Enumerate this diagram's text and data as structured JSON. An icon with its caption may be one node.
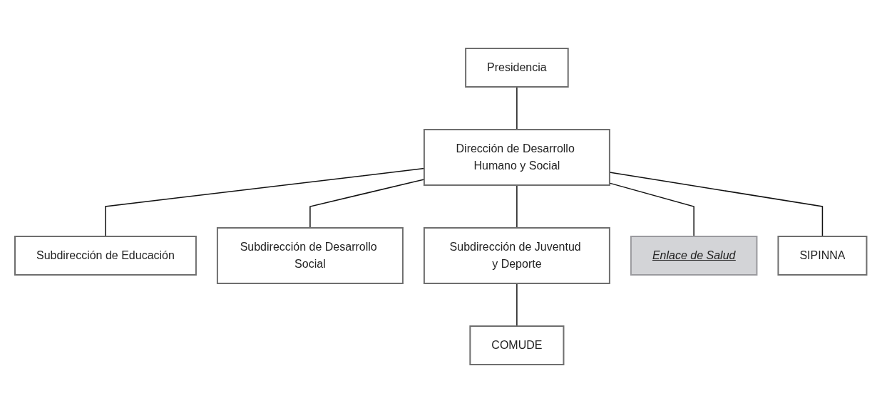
{
  "diagram": {
    "nodes": [
      {
        "text": [
          "Presidencia"
        ]
      },
      {
        "text": [
          "Dirección de Desarrollo Humano y Social"
        ]
      },
      {
        "text": [
          "Subdirección de Educación"
        ]
      },
      {
        "text": [
          "Subdirección de Desarrollo Social"
        ]
      },
      {
        "text": [
          "COMUDE"
        ]
      },
      {
        "text": [
          "Subdirección de Juventud y Deporte"
        ]
      },
      {
        "text": [
          "Enlace de Salud"
        ]
      },
      {
        "text": [
          "SIPINNA"
        ]
      }
    ],
    "edges": [
      {
        "from": 0,
        "to": 1,
        "arrow": "none"
      },
      {
        "from": 1,
        "to": 2,
        "arrow": "none"
      },
      {
        "from": 1,
        "to": 3,
        "arrow": "none"
      },
      {
        "from": 1,
        "to": 5,
        "arrow": "none"
      },
      {
        "from": 5,
        "to": 4,
        "arrow": "none"
      },
      {
        "from": 1,
        "to": 6,
        "arrow": "none"
      },
      {
        "from": 1,
        "to": 7,
        "arrow": "none"
      }
    ]
  }
}
